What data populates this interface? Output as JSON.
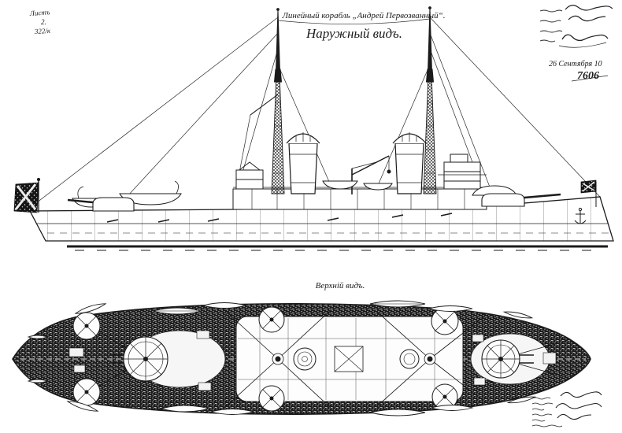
{
  "document": {
    "sheet_note": {
      "line1": "Листъ",
      "line2": "2.",
      "line3": "322/к"
    },
    "title": "Линейный корабль „Андрей Первозванный“.",
    "subtitle": "Наружный видъ.",
    "plan_label": "Верхній видъ.",
    "approval_date": "26 Сентября 10",
    "drawing_number": "7606"
  },
  "drawing": {
    "kind": "scanned ink blueprint of a battleship",
    "views": [
      "side elevation (upper)",
      "upper-deck plan (lower)"
    ],
    "features": {
      "masts": 2,
      "funnels": 2,
      "centerline_turrets": 2,
      "wing_turrets": 6,
      "flags": [
        "stern ensign with saltire",
        "bow jack"
      ]
    }
  },
  "colors": {
    "ink": "#1b1b1b",
    "rigging": "#2a2a2a",
    "paper": "#ffffff"
  }
}
